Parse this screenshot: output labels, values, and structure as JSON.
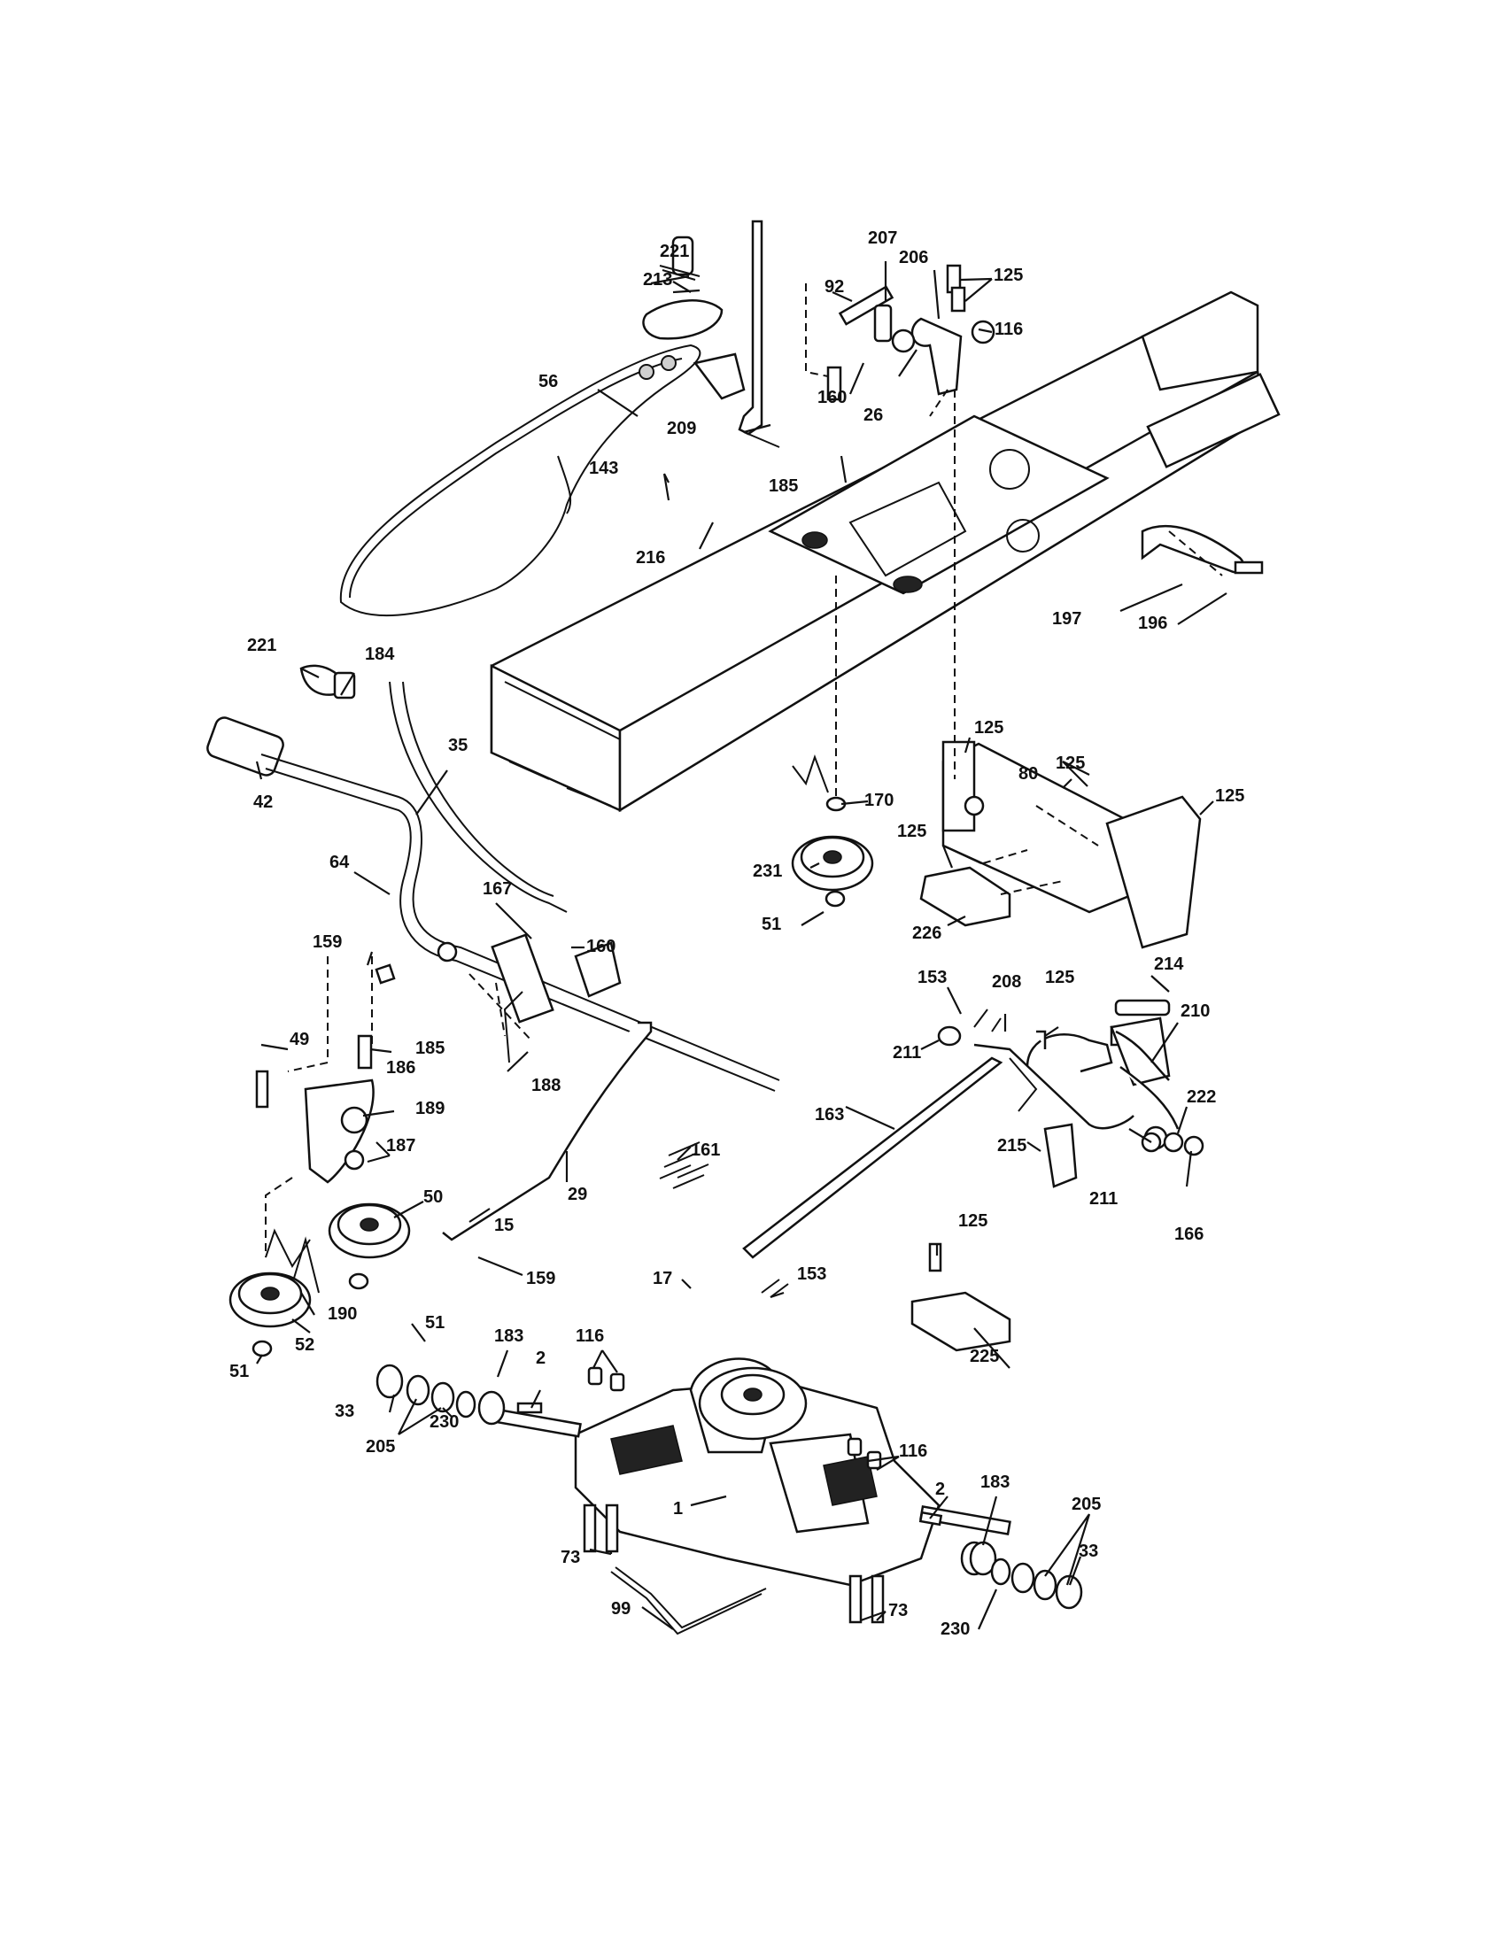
{
  "callouts": [
    {
      "id": "c221a",
      "text": "221"
    },
    {
      "id": "c213",
      "text": "213"
    },
    {
      "id": "c92",
      "text": "92"
    },
    {
      "id": "c207",
      "text": "207"
    },
    {
      "id": "c206",
      "text": "206"
    },
    {
      "id": "c125a",
      "text": "125"
    },
    {
      "id": "c116a",
      "text": "116"
    },
    {
      "id": "c56",
      "text": "56"
    },
    {
      "id": "c160a",
      "text": "160"
    },
    {
      "id": "c26",
      "text": "26"
    },
    {
      "id": "c209",
      "text": "209"
    },
    {
      "id": "c143",
      "text": "143"
    },
    {
      "id": "c185a",
      "text": "185"
    },
    {
      "id": "c216",
      "text": "216"
    },
    {
      "id": "c197",
      "text": "197"
    },
    {
      "id": "c196",
      "text": "196"
    },
    {
      "id": "c221b",
      "text": "221"
    },
    {
      "id": "c184",
      "text": "184"
    },
    {
      "id": "c35",
      "text": "35"
    },
    {
      "id": "c42",
      "text": "42"
    },
    {
      "id": "c64",
      "text": "64"
    },
    {
      "id": "c167",
      "text": "167"
    },
    {
      "id": "c160b",
      "text": "160"
    },
    {
      "id": "c159a",
      "text": "159"
    },
    {
      "id": "c125b",
      "text": "125"
    },
    {
      "id": "c80",
      "text": "80"
    },
    {
      "id": "c125c",
      "text": "125"
    },
    {
      "id": "c125d",
      "text": "125"
    },
    {
      "id": "c170",
      "text": "170"
    },
    {
      "id": "c125e",
      "text": "125"
    },
    {
      "id": "c231",
      "text": "231"
    },
    {
      "id": "c51a",
      "text": "51"
    },
    {
      "id": "c226",
      "text": "226"
    },
    {
      "id": "c49",
      "text": "49"
    },
    {
      "id": "c185b",
      "text": "185"
    },
    {
      "id": "c186",
      "text": "186"
    },
    {
      "id": "c189",
      "text": "189"
    },
    {
      "id": "c187",
      "text": "187"
    },
    {
      "id": "c188",
      "text": "188"
    },
    {
      "id": "c153a",
      "text": "153"
    },
    {
      "id": "c208",
      "text": "208"
    },
    {
      "id": "c125f",
      "text": "125"
    },
    {
      "id": "c214",
      "text": "214"
    },
    {
      "id": "c210",
      "text": "210"
    },
    {
      "id": "c211a",
      "text": "211"
    },
    {
      "id": "c161",
      "text": "161"
    },
    {
      "id": "c163",
      "text": "163"
    },
    {
      "id": "c222",
      "text": "222"
    },
    {
      "id": "c215",
      "text": "215"
    },
    {
      "id": "c211b",
      "text": "211"
    },
    {
      "id": "c166",
      "text": "166"
    },
    {
      "id": "c50",
      "text": "50"
    },
    {
      "id": "c29",
      "text": "29"
    },
    {
      "id": "c15",
      "text": "15"
    },
    {
      "id": "c159b",
      "text": "159"
    },
    {
      "id": "c190",
      "text": "190"
    },
    {
      "id": "c51b",
      "text": "51"
    },
    {
      "id": "c52",
      "text": "52"
    },
    {
      "id": "c51c",
      "text": "51"
    },
    {
      "id": "c125g",
      "text": "125"
    },
    {
      "id": "c17",
      "text": "17"
    },
    {
      "id": "c153b",
      "text": "153"
    },
    {
      "id": "c225",
      "text": "225"
    },
    {
      "id": "c183a",
      "text": "183"
    },
    {
      "id": "c116b",
      "text": "116"
    },
    {
      "id": "c2a",
      "text": "2"
    },
    {
      "id": "c33a",
      "text": "33"
    },
    {
      "id": "c230a",
      "text": "230"
    },
    {
      "id": "c205a",
      "text": "205"
    },
    {
      "id": "c116c",
      "text": "116"
    },
    {
      "id": "c2b",
      "text": "2"
    },
    {
      "id": "c183b",
      "text": "183"
    },
    {
      "id": "c1",
      "text": "1"
    },
    {
      "id": "c205b",
      "text": "205"
    },
    {
      "id": "c73a",
      "text": "73"
    },
    {
      "id": "c33b",
      "text": "33"
    },
    {
      "id": "c99",
      "text": "99"
    },
    {
      "id": "c73b",
      "text": "73"
    },
    {
      "id": "c230b",
      "text": "230"
    }
  ]
}
